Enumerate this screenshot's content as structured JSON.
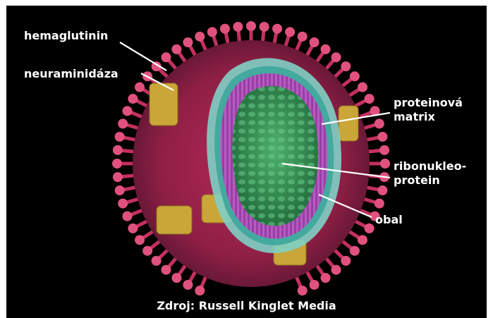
{
  "labels": {
    "hemaglutinin": "hemaglutinin",
    "neuraminidaza": "neuraminidáza",
    "proteinova_1": "proteinová",
    "proteinova_2": "matrix",
    "ribonukleo_1": "ribonukleo-",
    "ribonukleo_2": "protein",
    "obal": "obal"
  },
  "caption": "Zdroj: Russell Kinglet Media",
  "colors": {
    "background": "#000000",
    "spike": "#c4305e",
    "spike_tip": "#e0527d",
    "neuraminidase": "#c9a637",
    "envelope": "#7fd0c4",
    "matrix": "#9a3ea6",
    "rnp": "#2f8a4e",
    "label": "#ffffff"
  }
}
